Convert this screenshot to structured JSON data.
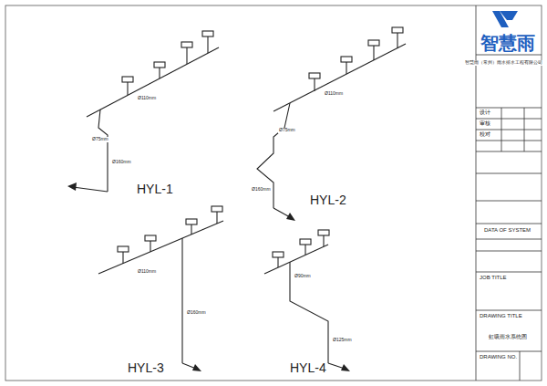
{
  "diagram": {
    "labels": [
      "HYL-1",
      "HYL-2",
      "HYL-3",
      "HYL-4",
      "智慧雨",
      "智慧雨（常州）雨水排水工程有限公司",
      "设计",
      "审核",
      "校对",
      "DATA OF SYSTEM",
      "JOB TITLE",
      "DRAWING TITLE",
      "虹吸雨水系统图",
      "DRAWING NO.",
      "Ø75mm",
      "Ø110mm",
      "Ø160mm",
      "Ø75mm",
      "Ø110mm",
      "Ø160mm",
      "Ø110mm",
      "Ø160mm",
      "Ø90mm",
      "Ø125mm"
    ]
  }
}
